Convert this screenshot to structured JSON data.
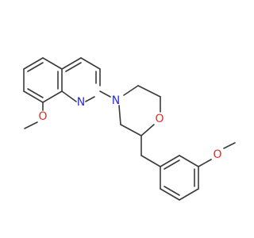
{
  "atom_labels": {
    "nitrogen_quinoline": "N",
    "nitrogen_morpholine": "N",
    "oxygen_morpholine": "O",
    "oxygen_methoxy_quinoline": "O",
    "oxygen_methoxy_benzyl": "O"
  },
  "colors": {
    "bond": "#3a3a3a",
    "nitrogen": "#2d2dd2",
    "oxygen": "#d2322d",
    "background": "#ffffff"
  }
}
